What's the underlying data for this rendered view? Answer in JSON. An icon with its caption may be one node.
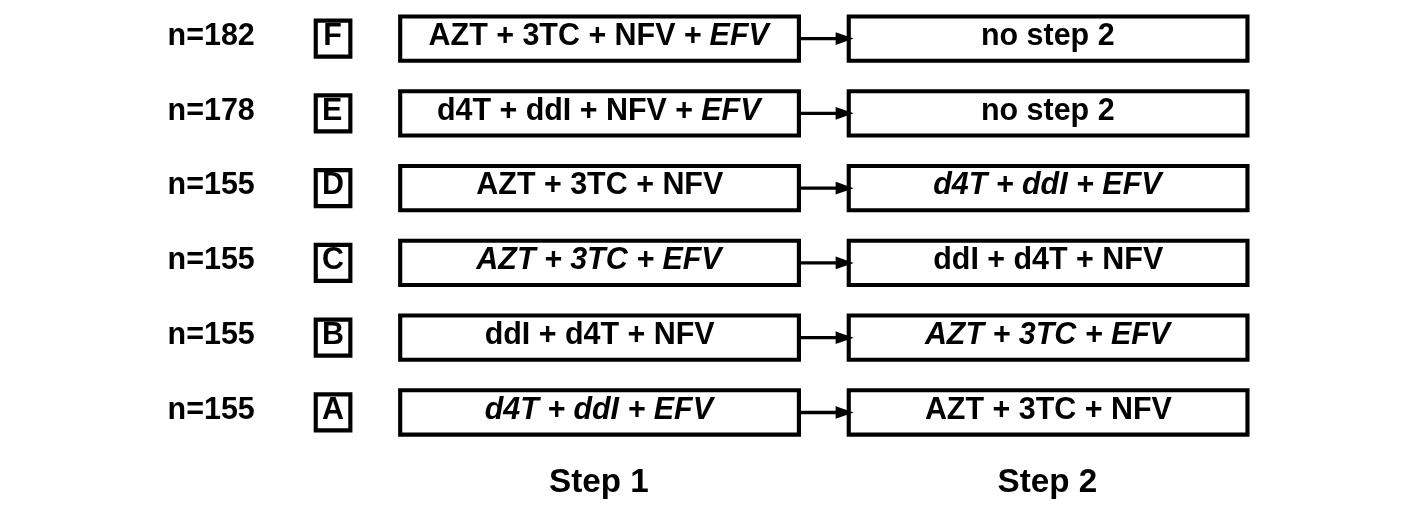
{
  "diagram": {
    "nodes": [
      {
        "text": [
          "A"
        ]
      },
      {
        "text": [
          "d4T + ddI + EFV"
        ]
      },
      {
        "text": [
          "AZT + 3TC + NFV"
        ]
      },
      {
        "text": [
          "B"
        ]
      },
      {
        "text": [
          "ddI + d4T + NFV"
        ]
      },
      {
        "text": [
          "AZT + 3TC + EFV"
        ]
      },
      {
        "text": [
          "C"
        ]
      },
      {
        "text": [
          "AZT + 3TC + EFV"
        ]
      },
      {
        "text": [
          "ddI + d4T + NFV"
        ]
      },
      {
        "text": [
          "D"
        ]
      },
      {
        "text": [
          "AZT + 3TC + NFV"
        ]
      },
      {
        "text": [
          "d4T + ddI + EFV"
        ]
      },
      {
        "text": [
          "E"
        ]
      },
      {
        "text": [
          "d4T + ddI + NFV + *EFV*"
        ]
      },
      {
        "text": [
          "no step 2"
        ]
      },
      {
        "text": [
          "F"
        ]
      },
      {
        "text": [
          "AZT + 3TC + NFV + *EFV*"
        ]
      },
      {
        "text": [
          "no step 2"
        ]
      }
    ],
    "edges": [
      {
        "from": 1,
        "to": 2,
        "arrow": "to"
      },
      {
        "from": 4,
        "to": 5,
        "arrow": "to"
      },
      {
        "from": 7,
        "to": 8,
        "arrow": "to"
      },
      {
        "from": 10,
        "to": 11,
        "arrow": "to"
      },
      {
        "from": 13,
        "to": 14,
        "arrow": "to"
      },
      {
        "from": 16,
        "to": 17,
        "arrow": "to"
      }
    ],
    "labels": [
      "Step 1",
      "Step 2",
      "n=155",
      "n=155",
      "n=155",
      "n=155",
      "n=178",
      "n=182"
    ]
  }
}
